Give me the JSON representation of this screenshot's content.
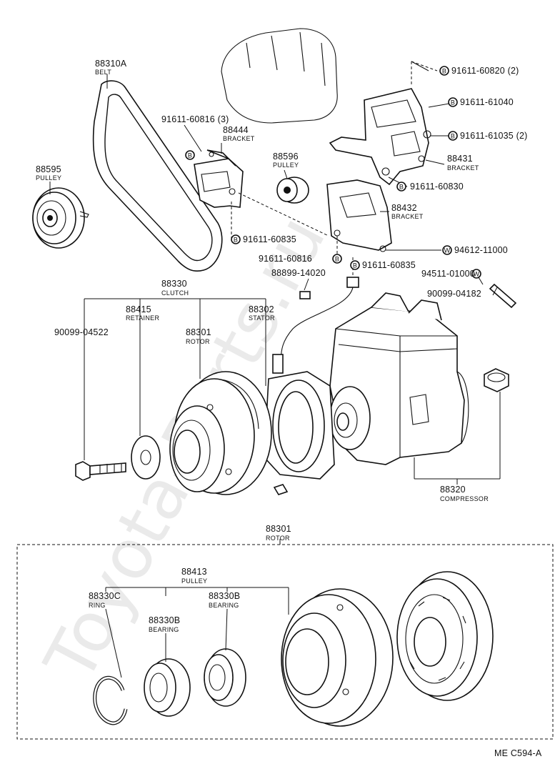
{
  "watermark": "Toyota-Parts.ru",
  "footer_code": "ME  C594-A",
  "letter_b": "B",
  "letter_w": "W",
  "labels": {
    "belt_num": "88310A",
    "belt_sub": "BELT",
    "pulley_595_num": "88595",
    "pulley_595_sub": "PULLEY",
    "bolt_816_3": "91611-60816 (3)",
    "bracket_444_num": "88444",
    "bracket_444_sub": "BRACKET",
    "pulley_596_num": "88596",
    "pulley_596_sub": "PULLEY",
    "bolt_820": "91611-60820 (2)",
    "bolt_040": "91611-61040",
    "bolt_035": "91611-61035 (2)",
    "bracket_431_num": "88431",
    "bracket_431_sub": "BRACKET",
    "bolt_830": "91611-60830",
    "bracket_432_num": "88432",
    "bracket_432_sub": "BRACKET",
    "bolt_835a": "91611-60835",
    "bolt_816b": "91611-60816",
    "bolt_835b": "91611-60835",
    "washer_94612": "94612-11000",
    "washer_94511": "94511-01000",
    "conn_88899": "88899-14020",
    "bolt_90099_182": "90099-04182",
    "clutch_num": "88330",
    "clutch_sub": "CLUTCH",
    "retainer_num": "88415",
    "retainer_sub": "RETAINER",
    "stator_num": "88302",
    "stator_sub": "STATOR",
    "bolt_90099_522": "90099-04522",
    "rotor_top_num": "88301",
    "rotor_top_sub": "ROTOR",
    "compressor_num": "88320",
    "compressor_sub": "COMPRESSOR",
    "rotor_box_num": "88301",
    "rotor_box_sub": "ROTOR",
    "pulley_413_num": "88413",
    "pulley_413_sub": "PULLEY",
    "ring_num": "88330C",
    "ring_sub": "RING",
    "bearing_a_num": "88330B",
    "bearing_a_sub": "BEARING",
    "bearing_b_num": "88330B",
    "bearing_b_sub": "BEARING"
  }
}
